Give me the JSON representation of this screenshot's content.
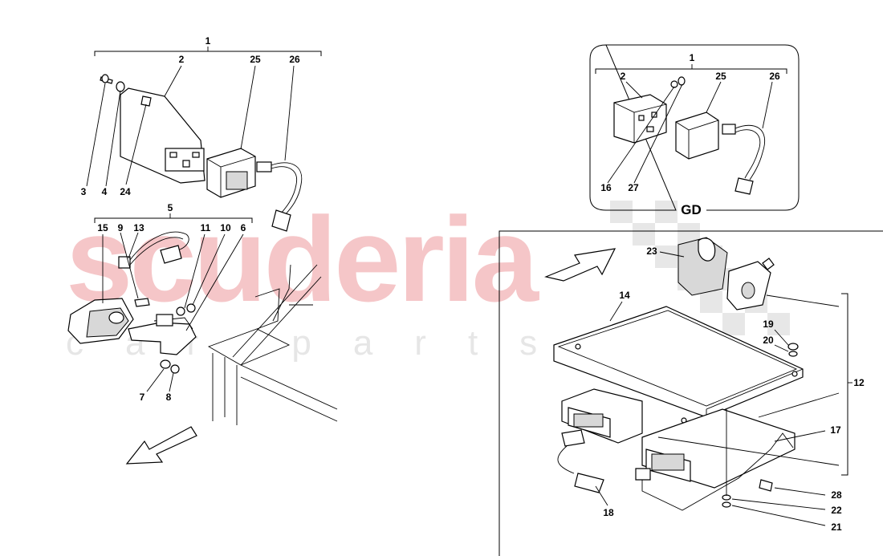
{
  "watermark": {
    "brand": "scuderia",
    "sub": "car parts"
  },
  "inset": {
    "title": "GD"
  },
  "callouts": {
    "c1": "1",
    "c2": "2",
    "c3": "3",
    "c4": "4",
    "c5": "5",
    "c6": "6",
    "c7": "7",
    "c8": "8",
    "c9": "9",
    "c10": "10",
    "c11": "11",
    "c12": "12",
    "c13": "13",
    "c14": "14",
    "c15": "15",
    "c16": "16",
    "c17": "17",
    "c18": "18",
    "c19": "19",
    "c20": "20",
    "c21": "21",
    "c22": "22",
    "c23": "23",
    "c24": "24",
    "c25": "25",
    "c26": "26",
    "c27": "27",
    "c28": "28"
  },
  "inset_callouts": {
    "i1": "1",
    "i2": "2",
    "i25": "25",
    "i26": "26",
    "i16": "16",
    "i27": "27"
  }
}
